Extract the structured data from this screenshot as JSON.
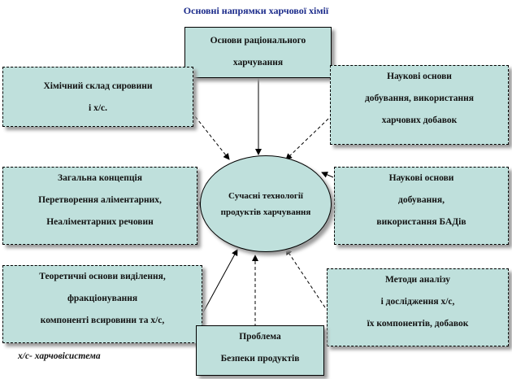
{
  "title": "Основні напрямки харчової хімії",
  "center": [
    "Сучасні технології",
    "продуктів харчування"
  ],
  "boxes": {
    "top": [
      "Основи раціонального",
      "харчування"
    ],
    "left_top": [
      "Хімічний склад сировини",
      "і х/с."
    ],
    "right_top": [
      "Наукові основи",
      "добування, використання",
      "харчових добавок"
    ],
    "left_mid": [
      "Загальна концепція",
      "Перетворення аліментарних,",
      "Неаліментарних речовин"
    ],
    "right_mid": [
      "Наукові основи",
      "добування,",
      "використання БАДів"
    ],
    "left_bottom": [
      "Теоретичні основи виділення,",
      "фракціонування",
      "компоненті всировини та х/с,"
    ],
    "right_bottom": [
      "Методи аналізу",
      "і дослідження х/с,",
      "їх компонентів, добавок"
    ],
    "bottom": [
      "Проблема",
      "Безпеки продуктів"
    ]
  },
  "footnote": "х/с- харчовісистема",
  "colors": {
    "box_fill": "#bfe0dc",
    "title": "#1a2a8a",
    "shadow": "#9a9a9a"
  }
}
